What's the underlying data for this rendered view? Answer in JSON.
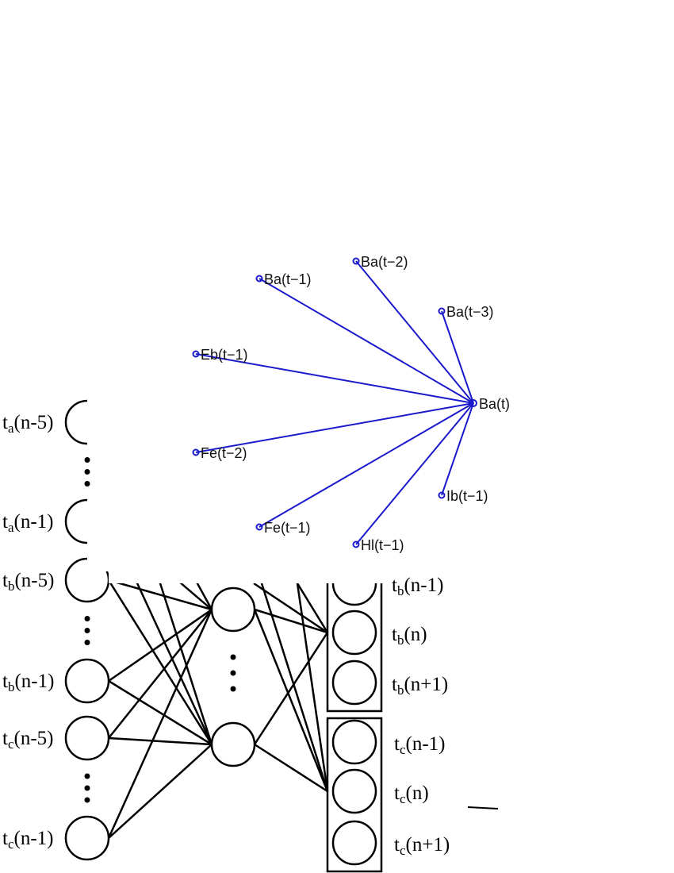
{
  "colors": {
    "graph": "#1a1acc",
    "network": "#000000",
    "background": "#ffffff"
  },
  "dependency_graph": {
    "target": {
      "id": "Ba_t",
      "label": "Ba(t)"
    },
    "parents": [
      {
        "id": "Ba_t1",
        "label": "Ba(t−1)"
      },
      {
        "id": "Ba_t2",
        "label": "Ba(t−2)"
      },
      {
        "id": "Ba_t3",
        "label": "Ba(t−3)"
      },
      {
        "id": "Eb_t1",
        "label": "Eb(t−1)"
      },
      {
        "id": "Fe_t2",
        "label": "Fe(t−2)"
      },
      {
        "id": "Fe_t1",
        "label": "Fe(t−1)"
      },
      {
        "id": "Hl_t1",
        "label": "Hl(t−1)"
      },
      {
        "id": "Ib_t1",
        "label": "Ib(t−1)"
      }
    ]
  },
  "network": {
    "inputs": [
      {
        "var": "t",
        "sub": "a",
        "arg": "(n-5)"
      },
      {
        "var": "t",
        "sub": "a",
        "arg": "(n-1)"
      },
      {
        "var": "t",
        "sub": "b",
        "arg": "(n-5)"
      },
      {
        "var": "t",
        "sub": "b",
        "arg": "(n-1)"
      },
      {
        "var": "t",
        "sub": "c",
        "arg": "(n-5)"
      },
      {
        "var": "t",
        "sub": "c",
        "arg": "(n-1)"
      }
    ],
    "ellipsis": "…",
    "outputs": [
      {
        "var": "t",
        "sub": "b",
        "arg": "(n-1)"
      },
      {
        "var": "t",
        "sub": "b",
        "arg": "(n)"
      },
      {
        "var": "t",
        "sub": "b",
        "arg": "(n+1)"
      },
      {
        "var": "t",
        "sub": "c",
        "arg": "(n-1)"
      },
      {
        "var": "t",
        "sub": "c",
        "arg": "(n)"
      },
      {
        "var": "t",
        "sub": "c",
        "arg": "(n+1)"
      }
    ]
  }
}
